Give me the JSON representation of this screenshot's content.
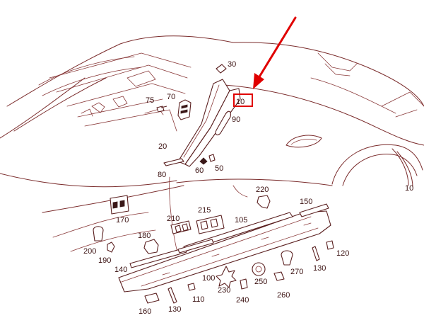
{
  "diagram": {
    "part_numbers": [
      "30",
      "70",
      "75",
      "10",
      "90",
      "20",
      "80",
      "60",
      "50",
      "220",
      "150",
      "170",
      "210",
      "215",
      "105",
      "180",
      "200",
      "190",
      "140",
      "100",
      "230",
      "250",
      "270",
      "130",
      "120",
      "260",
      "240",
      "110",
      "160",
      "130",
      "10"
    ],
    "callout_color": "#e00000",
    "line_color": "#7a2b2b"
  }
}
